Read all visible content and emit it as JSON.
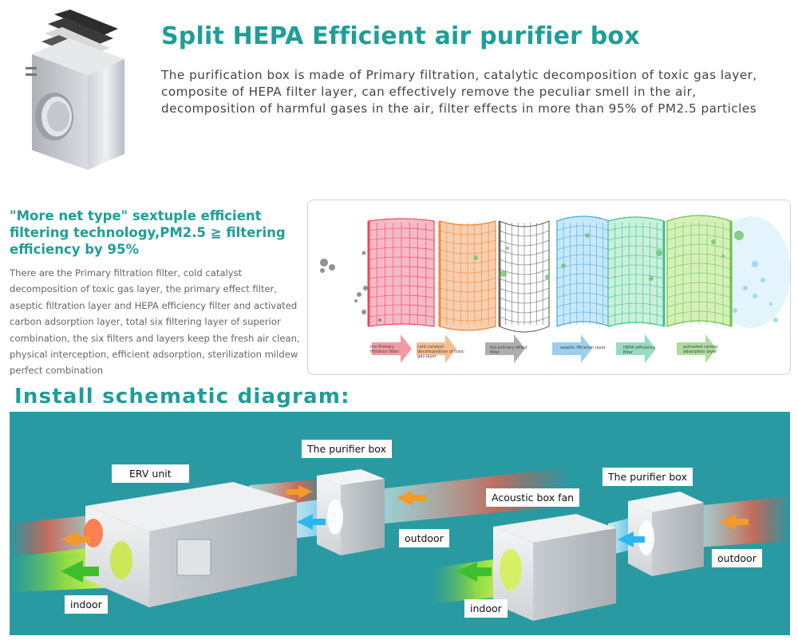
{
  "header": {
    "title": "Split HEPA Efficient air purifier box",
    "intro": "The purification box is made of Primary filtration, catalytic decomposition of toxic gas layer, composite of HEPA filter layer, can effectively remove the peculiar smell in the air, decomposition of harmful gases in the air, filter effects in more than 95% of PM2.5 particles"
  },
  "technology": {
    "heading": "\"More net type\" sextuple efficient filtering technology,PM2.5 ≧ filtering efficiency by 95%",
    "description": "There are the Primary filtration filter, cold catalyst decomposition of toxic gas layer, the primary effect filter, aseptic filtration layer and HEPA efficiency filter and activated carbon adsorption layer, total six filtering layer of superior combination, the six filters and layers keep the fresh air clean, physical interception, efficient adsorption, sterilization mildew perfect combination",
    "layers": [
      {
        "label": "the Primary filtration filter",
        "color": "#e8475a"
      },
      {
        "label": "cold catalyst decomposition of toxic gas layer",
        "color": "#f0883a"
      },
      {
        "label": "the primary effect filter",
        "color": "#6c6c6c"
      },
      {
        "label": "aseptic filtration layer",
        "color": "#4aa8e0"
      },
      {
        "label": "HEPA efficiency filter",
        "color": "#3fc08e"
      },
      {
        "label": "activated carbon adsorption layer",
        "color": "#6cc04a"
      }
    ]
  },
  "install": {
    "heading": "Install schematic diagram:",
    "labels": {
      "erv_unit": "ERV unit",
      "purifier_box_1": "The purifier box",
      "outdoor_1": "outdoor",
      "indoor_1": "indoor",
      "acoustic_fan": "Acoustic box fan",
      "purifier_box_2": "The purifier box",
      "outdoor_2": "outdoor",
      "indoor_2": "indoor"
    }
  },
  "colors": {
    "accent": "#1e9e96",
    "install_bg": "#2a9aa2"
  }
}
